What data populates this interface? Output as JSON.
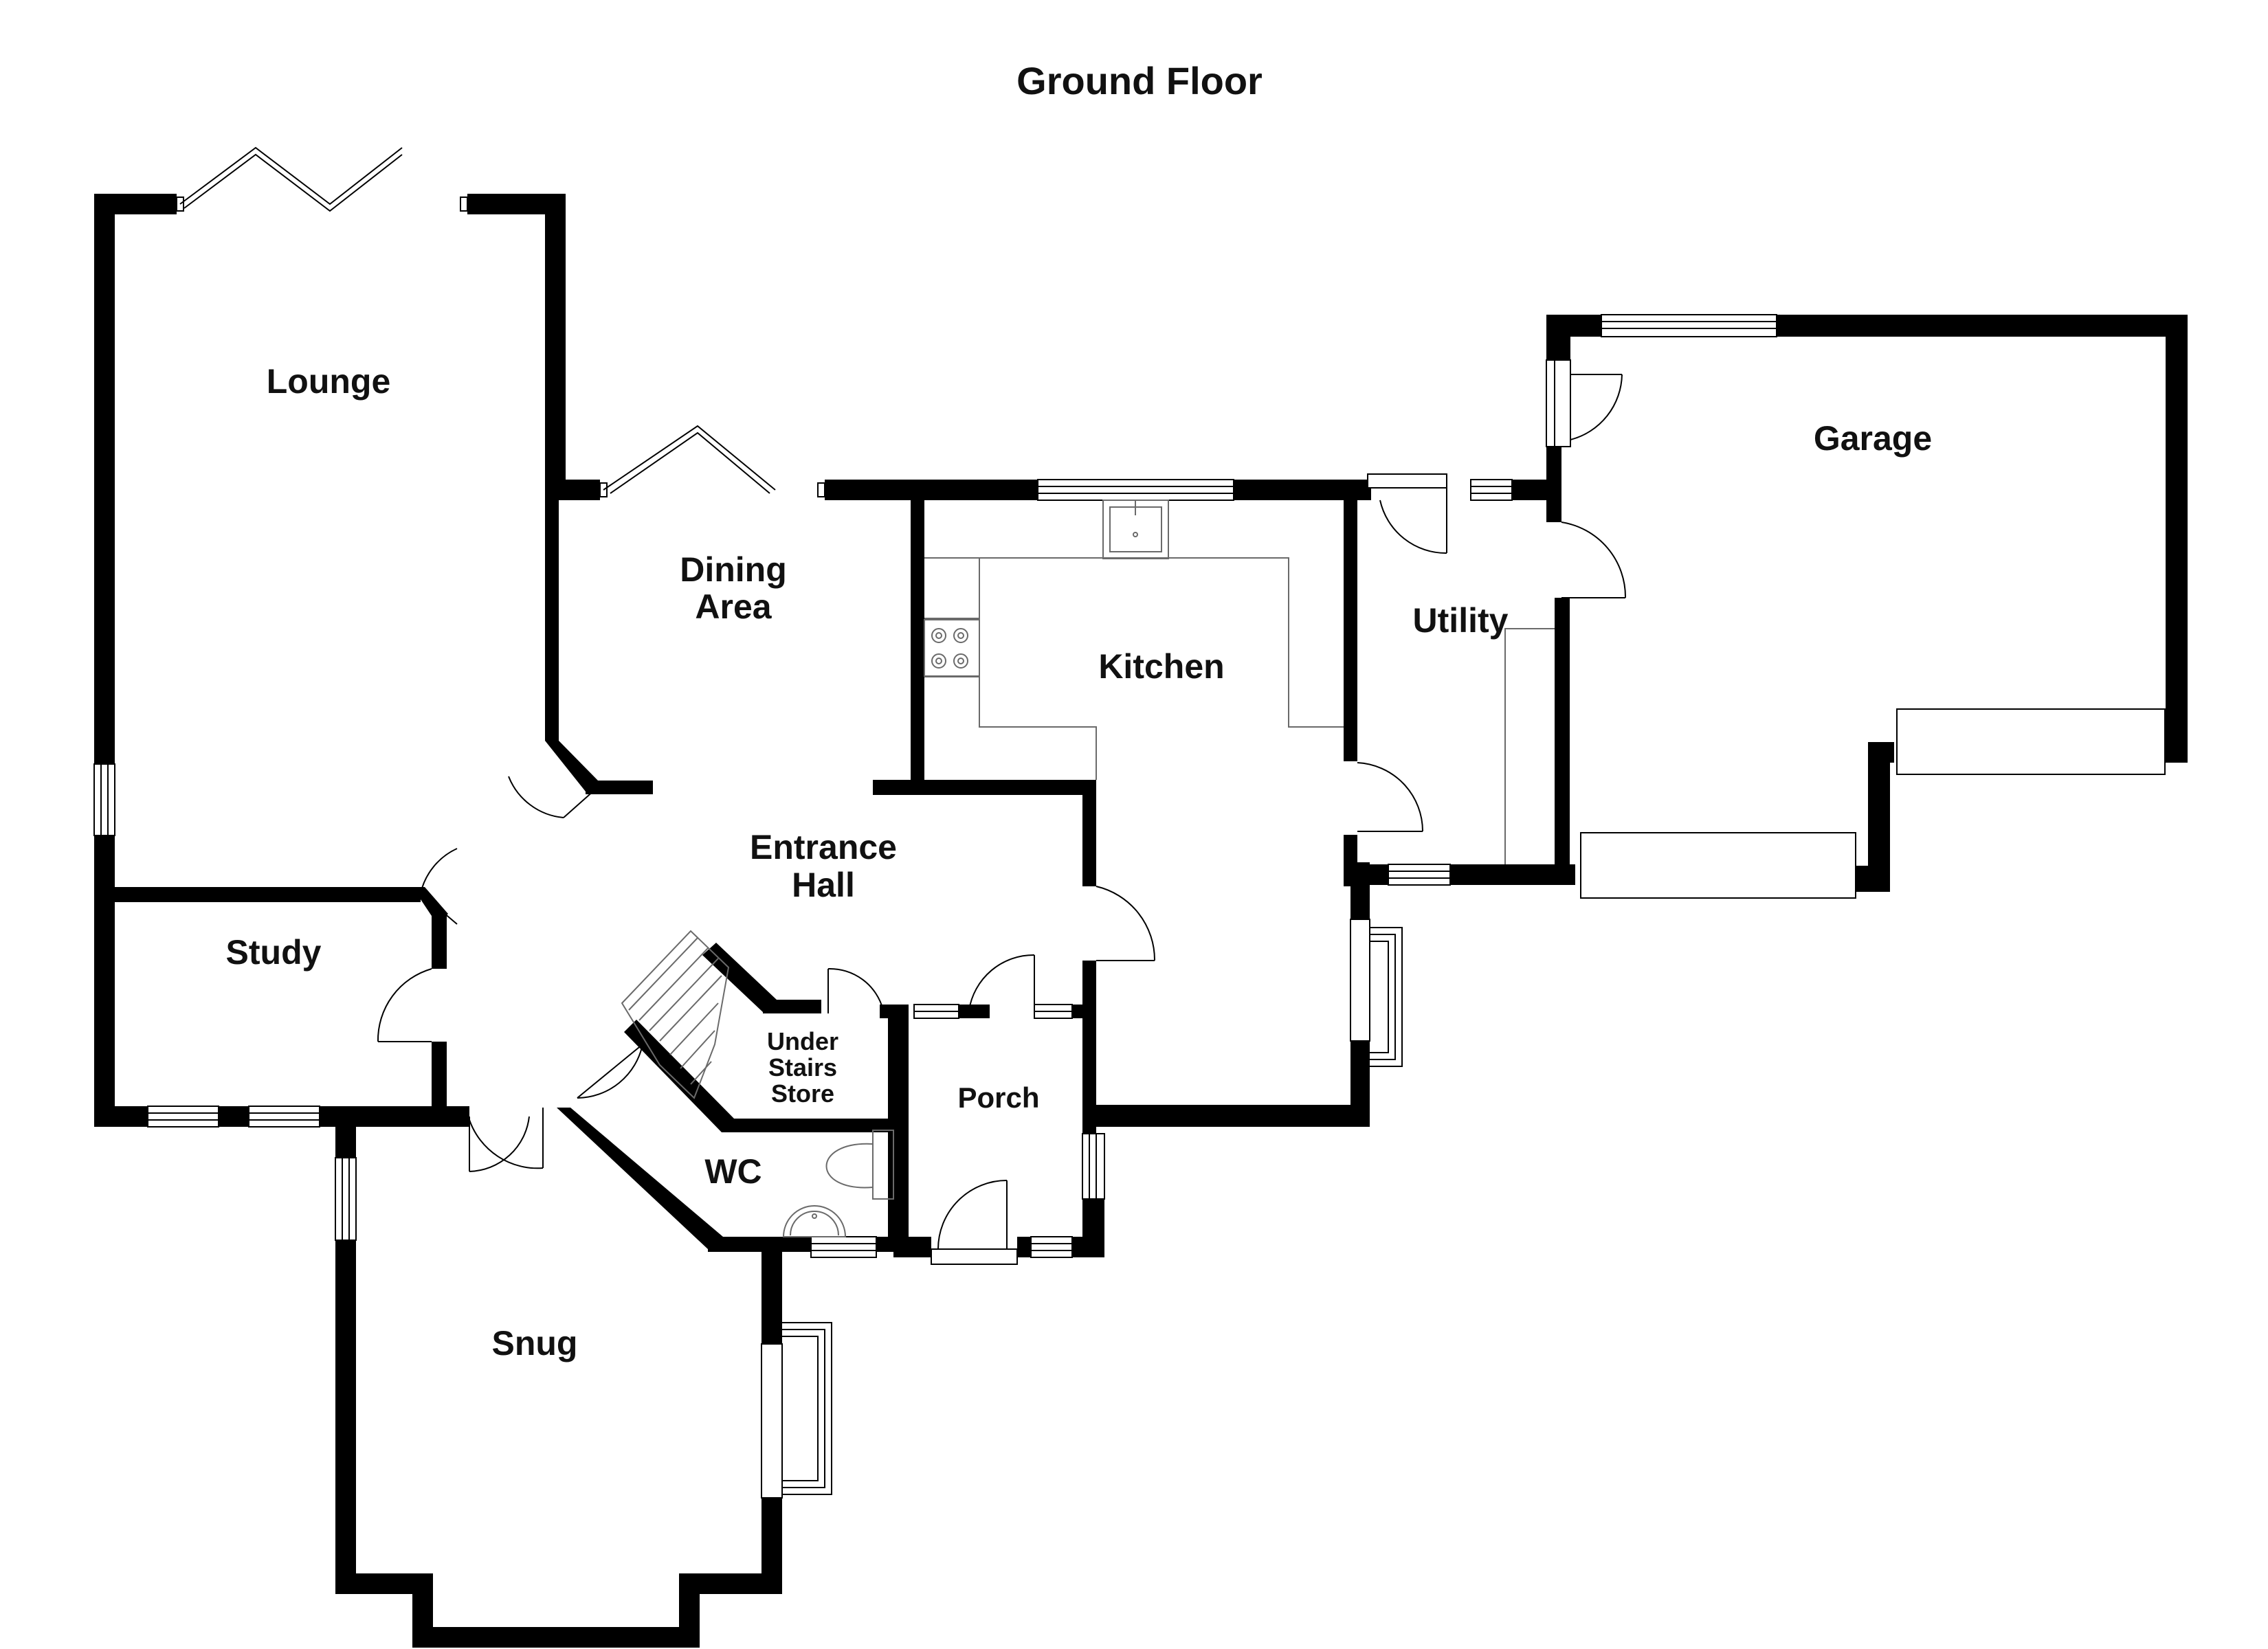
{
  "title": "Ground Floor",
  "rooms": {
    "lounge": "Lounge",
    "dining": [
      "Dining",
      "Area"
    ],
    "kitchen": "Kitchen",
    "utility": "Utility",
    "garage": "Garage",
    "entrance": [
      "Entrance",
      "Hall"
    ],
    "study": "Study",
    "store": [
      "Under",
      "Stairs",
      "Store"
    ],
    "porch": "Porch",
    "wc": "WC",
    "snug": "Snug"
  },
  "colors": {
    "wall": "#000000",
    "fixture": "#6a6a6a",
    "text": "#111111",
    "background": "#ffffff"
  }
}
